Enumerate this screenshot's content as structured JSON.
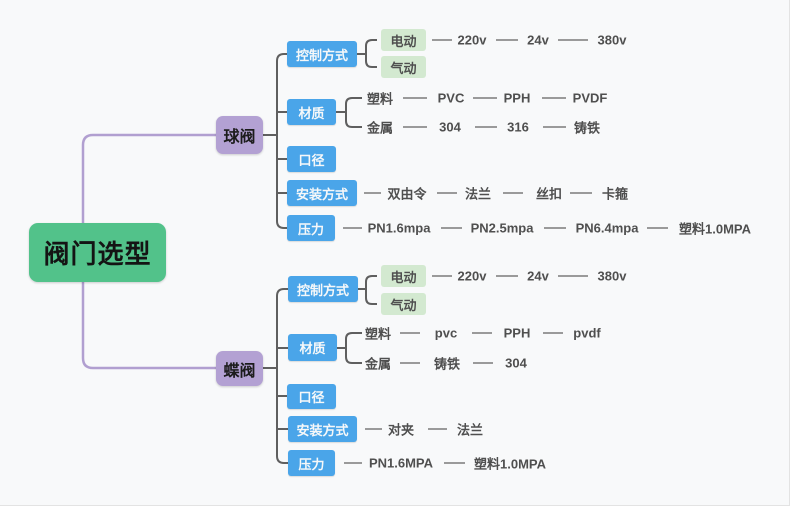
{
  "root": {
    "label": "阀门选型"
  },
  "branches": [
    {
      "label": "球阀",
      "categories": [
        {
          "label": "控制方式",
          "children": [
            {
              "label": "电动",
              "chain": [
                "220v",
                "24v",
                "380v"
              ]
            },
            {
              "label": "气动",
              "chain": []
            }
          ]
        },
        {
          "label": "材质",
          "children": [
            {
              "label": "塑料",
              "chain": [
                "PVC",
                "PPH",
                "PVDF"
              ]
            },
            {
              "label": "金属",
              "chain": [
                "304",
                "316",
                "铸铁"
              ]
            }
          ]
        },
        {
          "label": "口径"
        },
        {
          "label": "安装方式",
          "chain": [
            "双由令",
            "法兰",
            "丝扣",
            "卡箍"
          ]
        },
        {
          "label": "压力",
          "chain": [
            "PN1.6mpa",
            "PN2.5mpa",
            "PN6.4mpa",
            "塑料1.0MPA"
          ]
        }
      ]
    },
    {
      "label": "蝶阀",
      "categories": [
        {
          "label": "控制方式",
          "children": [
            {
              "label": "电动",
              "chain": [
                "220v",
                "24v",
                "380v"
              ]
            },
            {
              "label": "气动",
              "chain": []
            }
          ]
        },
        {
          "label": "材质",
          "children": [
            {
              "label": "塑料",
              "chain": [
                "pvc",
                "PPH",
                "pvdf"
              ]
            },
            {
              "label": "金属",
              "chain": [
                "铸铁",
                "304"
              ]
            }
          ]
        },
        {
          "label": "口径"
        },
        {
          "label": "安装方式",
          "chain": [
            "对夹",
            "法兰"
          ]
        },
        {
          "label": "压力",
          "chain": [
            "PN1.6MPA",
            "塑料1.0MPA"
          ]
        }
      ]
    }
  ],
  "colors": {
    "root_bg": "#52c28a",
    "branch_bg": "#b3a1d3",
    "category_bg": "#4aa5e9",
    "option_bg": "#d3e9d0",
    "wire_purple": "#b19fd0",
    "wire_dark": "#5f5f5f",
    "wire_light": "#9a9a9a",
    "leaf_text": "#4f4f4f"
  }
}
